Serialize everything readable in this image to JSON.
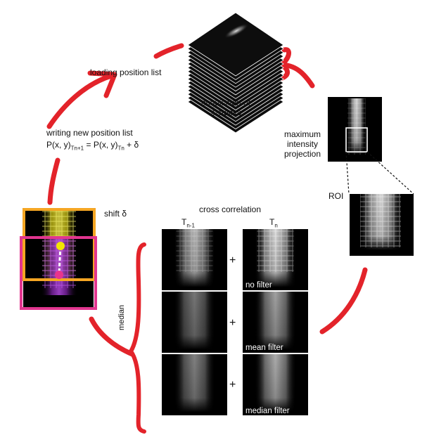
{
  "labels": {
    "loading": "loading position list",
    "acquisition_line1": "acquisition of",
    "acquisition_line2": "z-stacks",
    "mip_line1": "maximum",
    "mip_line2": "intensity",
    "mip_line3": "projection",
    "roi": "ROI",
    "writing_line1": "writing new position list",
    "formula_a": "P(x, y)",
    "formula_sub1": "Tn+1",
    "formula_b": " = P(x, y)",
    "formula_sub2": "Tn",
    "formula_c": " + δ",
    "shift": "shift δ",
    "cross_correlation": "cross correlation",
    "col_left_main": "T",
    "col_left_sub": "n-1",
    "col_right_main": "T",
    "col_right_sub": "n",
    "plus": "+",
    "median": "median",
    "no_filter": "no filter",
    "mean_filter": "mean filter",
    "median_filter": "median filter"
  },
  "colors": {
    "arrow_red": "#e3232a",
    "orange_frame": "#f5a623",
    "magenta_frame": "#e2358f",
    "yellow_dot": "#f2e500",
    "pink_dot": "#e8348e"
  }
}
